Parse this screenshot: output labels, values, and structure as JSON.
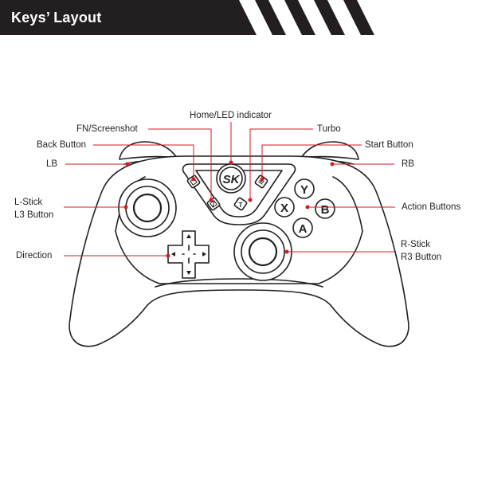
{
  "header": {
    "title": "Keys’ Layout"
  },
  "colors": {
    "header_bg": "#231f20",
    "leader_line": "#d71920",
    "outline": "#231f20"
  },
  "controller": {
    "logo_text": "SK",
    "action_buttons": {
      "y": "Y",
      "x": "X",
      "b": "B",
      "a": "A"
    },
    "small_button_glyphs": {
      "turbo": "T"
    }
  },
  "labels": {
    "home_led": "Home/LED indicator",
    "fn_screenshot": "FN/Screenshot",
    "turbo": "Turbo",
    "back_button": "Back Button",
    "start_button": "Start Button",
    "lb": "LB",
    "rb": "RB",
    "l_stick_line1": "L-Stick",
    "l_stick_line2": "L3 Button",
    "action_buttons": "Action Buttons",
    "direction": "Direction",
    "r_stick_line1": "R-Stick",
    "r_stick_line2": "R3 Button"
  }
}
